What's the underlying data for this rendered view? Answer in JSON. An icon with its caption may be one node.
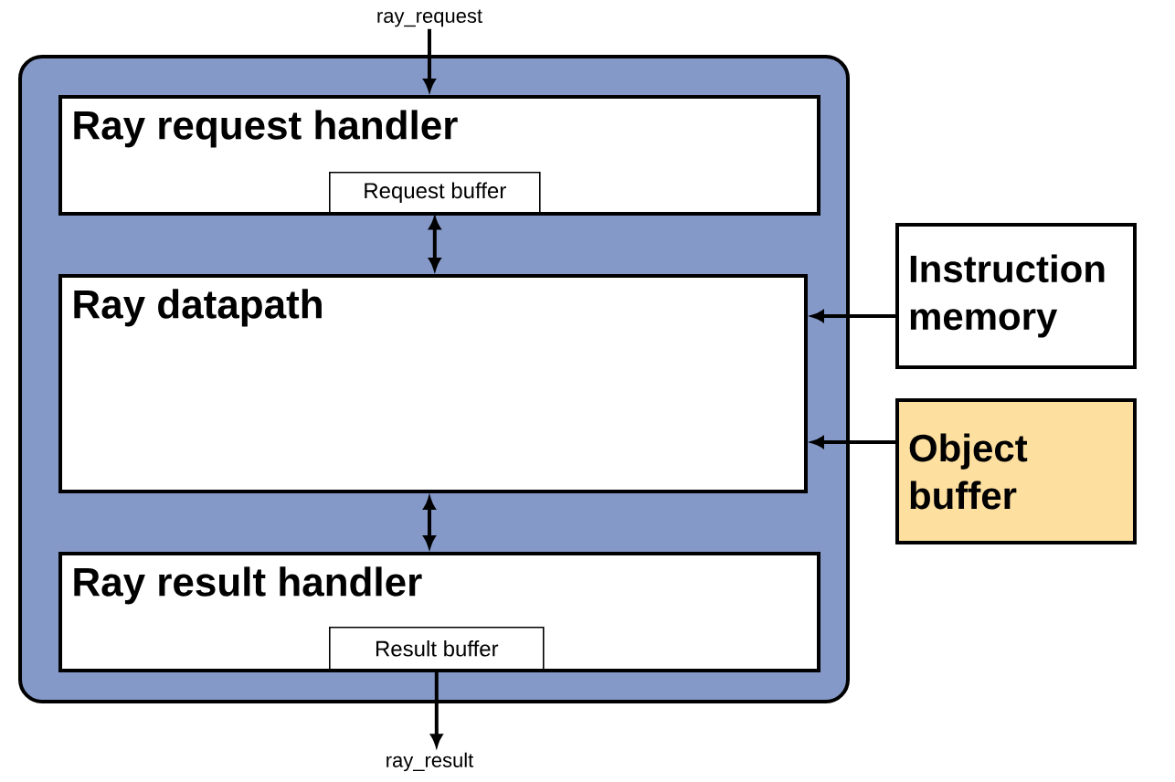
{
  "diagram": {
    "nodes": [
      {
        "text": [],
        "shape": "box"
      },
      {
        "text": [
          "Ray request handler"
        ],
        "in": 0
      },
      {
        "text": [
          "Request buffer"
        ],
        "in": 1
      },
      {
        "text": [
          "Ray datapath"
        ],
        "in": 0
      },
      {
        "text": [
          "Ray result handler"
        ],
        "in": 0
      },
      {
        "text": [
          "Result buffer"
        ],
        "in": 4
      },
      {
        "text": [
          "Instruction memory"
        ]
      },
      {
        "text": [
          "Object buffer"
        ]
      },
      {
        "text": [
          "ray_request"
        ]
      },
      {
        "text": [
          "ray_result"
        ]
      }
    ],
    "edges": [
      {
        "from": 8,
        "to": 1,
        "arrow": "to"
      },
      {
        "from": 2,
        "to": 3,
        "arrow": "both"
      },
      {
        "from": 3,
        "to": 4,
        "arrow": "both"
      },
      {
        "from": 6,
        "to": 3,
        "arrow": "to"
      },
      {
        "from": 7,
        "to": 3,
        "arrow": "to"
      },
      {
        "from": 5,
        "to": 9,
        "arrow": "to"
      }
    ]
  }
}
